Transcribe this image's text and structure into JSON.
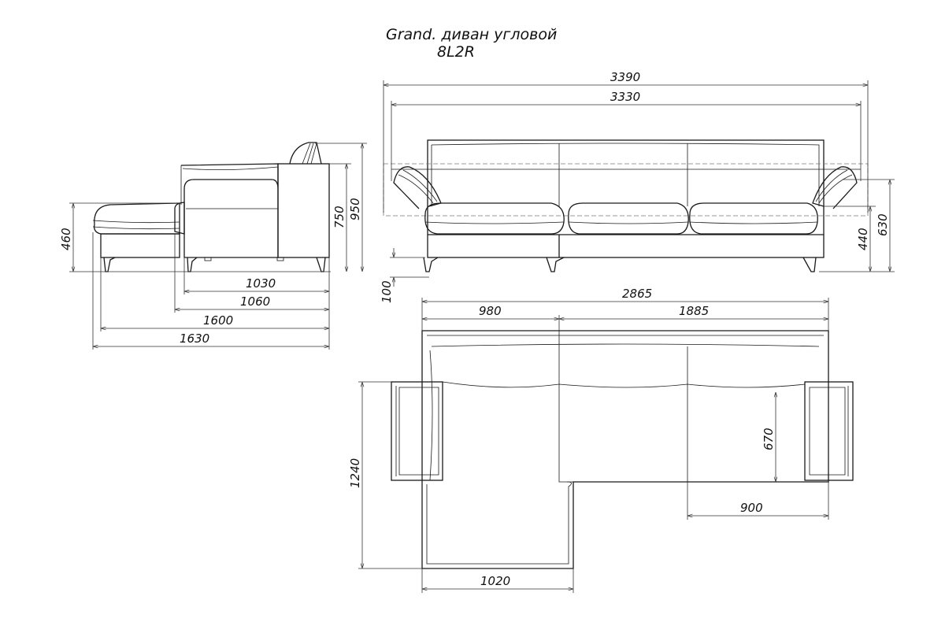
{
  "title": {
    "line1": "Grand. диван угловой",
    "line2": "8L2R"
  },
  "side_view": {
    "dims": {
      "seat_height": "460",
      "arm_height": "750",
      "back_height": "950",
      "d1030": "1030",
      "d1060": "1060",
      "d1600": "1600",
      "d1630": "1630"
    }
  },
  "front_view": {
    "dims": {
      "overall_width": "3390",
      "inner_width": "3330",
      "leg_height": "100",
      "seat_h": "440",
      "arm_h": "630"
    }
  },
  "top_view": {
    "dims": {
      "total_length": "2865",
      "chaise_section": "980",
      "main_section": "1885",
      "depth": "1240",
      "seat_depth": "670",
      "cushion_width": "900",
      "chaise_width": "1020"
    }
  }
}
